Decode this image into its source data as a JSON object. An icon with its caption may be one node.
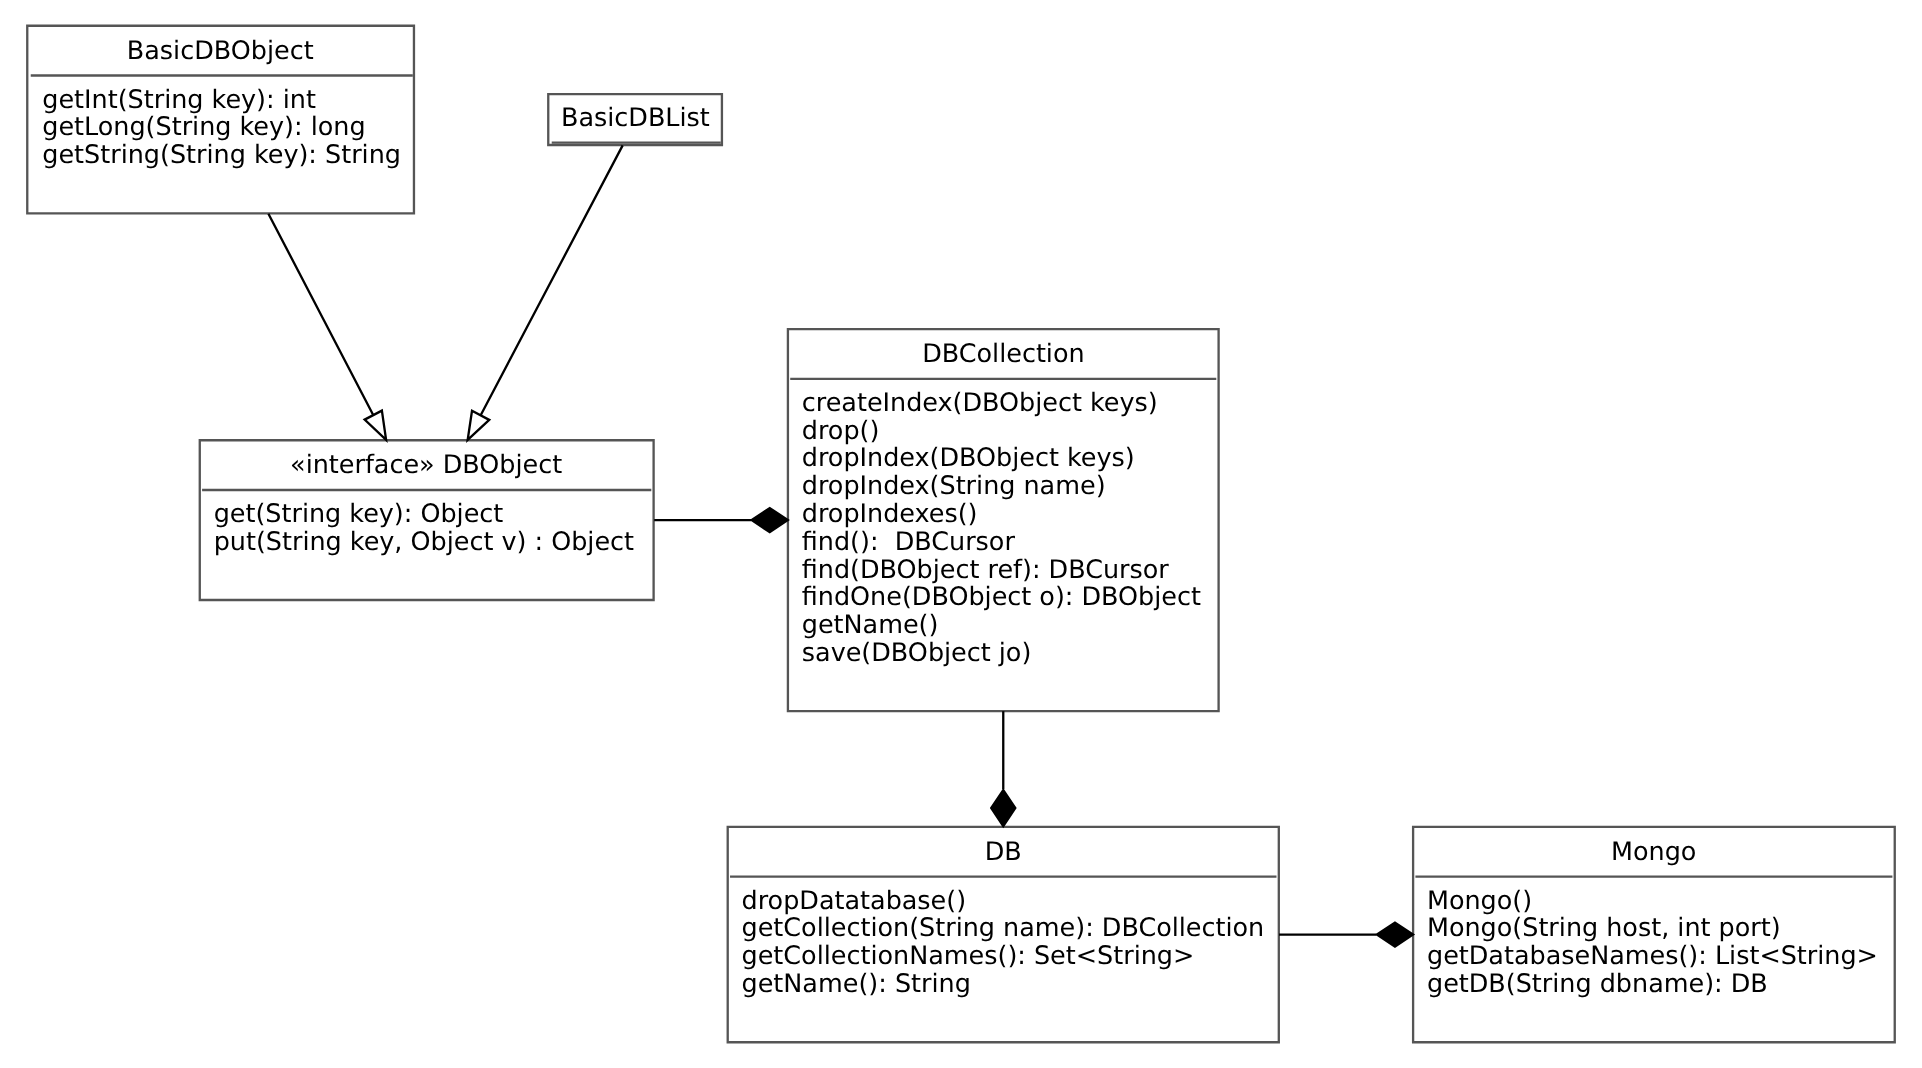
{
  "diagram": {
    "nodes": [
      {
        "text": [
          "DB",
          "dropDatatabase()",
          "getCollection(String name): DBCollection",
          "getCollectionNames(): Set<String>",
          "getName(): String"
        ]
      },
      {
        "text": [
          "Mongo",
          "Mongo()",
          "Mongo(String host, int port)",
          "getDatabaseNames(): List<String>",
          "getDB(String dbname): DB"
        ]
      },
      {
        "text": [
          "DBCollection",
          "createIndex(DBObject keys)",
          "drop()",
          "dropIndex(DBObject keys)",
          "dropIndex(String name)",
          "dropIndexes()",
          "find():  DBCursor",
          "find(DBObject ref): DBCursor",
          "findOne(DBObject o): DBObject",
          "getName()",
          "save(DBObject jo)"
        ]
      },
      {
        "text": [
          "«interface» DBObject",
          "get(String key): Object",
          "put(String key, Object v) : Object"
        ]
      },
      {
        "text": [
          "BasicDBObject",
          "getInt(String key): int",
          "getLong(String key): long",
          "getString(String key): String"
        ]
      },
      {
        "text": [
          "BasicDBList"
        ]
      }
    ],
    "edges": [
      {
        "from": 0,
        "to": 1,
        "arrow": "other"
      },
      {
        "from": 2,
        "to": 0,
        "arrow": "other"
      },
      {
        "from": 3,
        "to": 2,
        "arrow": "other"
      },
      {
        "from": 4,
        "to": 3,
        "arrow": "to"
      },
      {
        "from": 5,
        "to": 3,
        "arrow": "to"
      }
    ]
  }
}
